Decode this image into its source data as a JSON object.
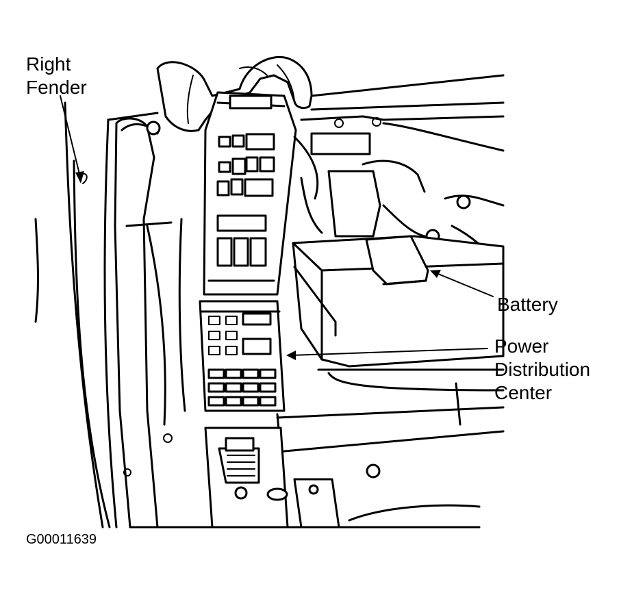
{
  "callouts": {
    "right_fender": [
      "Right",
      "Fender"
    ],
    "battery": [
      "Battery"
    ],
    "power_distribution_center": [
      "Power",
      "Distribution",
      "Center"
    ]
  },
  "figure_id": "G00011639"
}
